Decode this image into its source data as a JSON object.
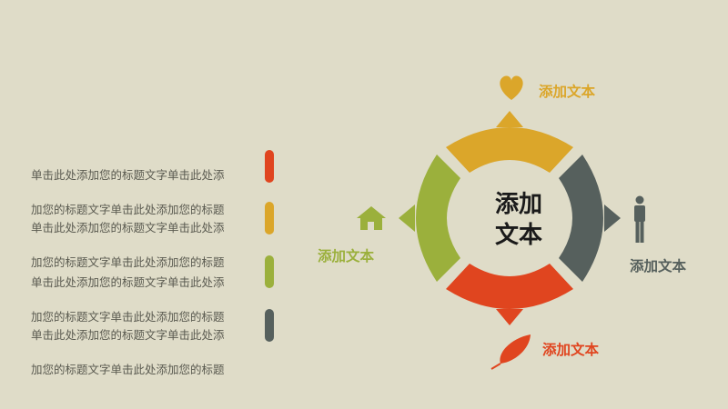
{
  "colors": {
    "background": "#dfdcc8",
    "red": "#e0451f",
    "yellow": "#dba62a",
    "green": "#9bb03c",
    "gray": "#56605d"
  },
  "list": [
    {
      "line1": "单击此处添加您的标题文字单击此处添",
      "line2": "加您的标题文字单击此处添加您的标题",
      "color": "#e0451f"
    },
    {
      "line1": "单击此处添加您的标题文字单击此处添",
      "line2": "加您的标题文字单击此处添加您的标题",
      "color": "#dba62a"
    },
    {
      "line1": "单击此处添加您的标题文字单击此处添",
      "line2": "加您的标题文字单击此处添加您的标题",
      "color": "#9bb03c"
    },
    {
      "line1": "单击此处添加您的标题文字单击此处添",
      "line2": "加您的标题文字单击此处添加您的标题",
      "color": "#56605d"
    }
  ],
  "center": {
    "line1": "添加",
    "line2": "文本"
  },
  "labels": {
    "top": {
      "text": "添加文本",
      "icon": "heart-icon"
    },
    "right": {
      "text": "添加文本",
      "icon": "person-icon"
    },
    "bottom": {
      "text": "添加文本",
      "icon": "leaf-icon"
    },
    "left": {
      "text": "添加文本",
      "icon": "house-icon"
    }
  }
}
